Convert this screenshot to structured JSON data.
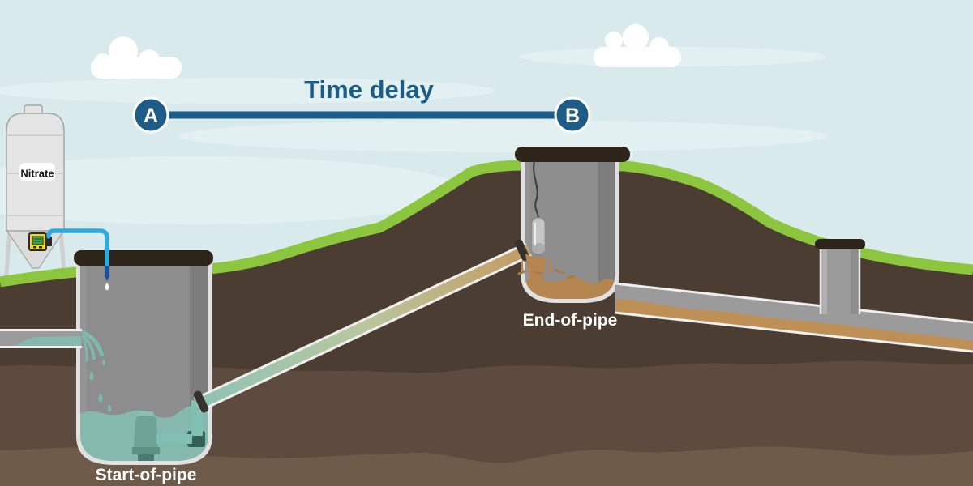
{
  "diagram": {
    "title": "Time delay",
    "marker_a": "A",
    "marker_b": "B",
    "tank_label": "Nitrate",
    "start_well_label": "Start-of-pipe",
    "end_well_label": "End-of-pipe"
  },
  "colors": {
    "sky": "#D8EAEC",
    "skyStreak": "#E2F0F1",
    "cloud": "#FFFFFF",
    "accent": "#1D5C87",
    "grass": "#8CC63E",
    "soilDark": "#4B3D32",
    "soilMid": "#5C4B3E",
    "soilLight": "#6E5B49",
    "wellBorder": "#E0E1E0",
    "wellGray": "#8D8D8D",
    "wellGrayDark": "#7D7D7D",
    "wellGrayLight": "#9A9A9A",
    "lid": "#2F241A",
    "pipeGray": "#9B9B9B",
    "pipeOutline": "#EFEFEF",
    "sediment": "#BE9055",
    "pollutedWater": "#B5854F",
    "splash": "#A87B47",
    "cleanWater": "#86B9AD",
    "sprayTeal": "#7FB7AC",
    "pumpBody": "#6FA398",
    "pumpTop": "#8CBFB2",
    "pumpBase": "#5E9184",
    "pumpFoot": "#4C7C70",
    "pipeTeal": "#7FC0B3",
    "elbow": "#335F55",
    "pipeGradTeal": "#8FC2B5",
    "pipeGradMid": "#B9C79E",
    "pipeGradTan": "#C49B63",
    "tank": "#E4E4E4",
    "tankOutline": "#A5A5A5",
    "seam": "#C6C6C6",
    "leg": "#CFCFCF",
    "hopper": "#DCDCDC",
    "deviceYellow": "#F2D918",
    "deviceScreen": "#3FA544",
    "deviceDark": "#2A2A2A",
    "tubeBlue": "#2FA9DF",
    "tubeTip": "#1C4F9C",
    "sensor": "#C6C6C6",
    "sensorShade": "#ADADAD",
    "cable": "#3A3A3A",
    "labelWhite": "#FFFFFF",
    "textDark": "#1A1A1A",
    "collar": "#35322E"
  }
}
